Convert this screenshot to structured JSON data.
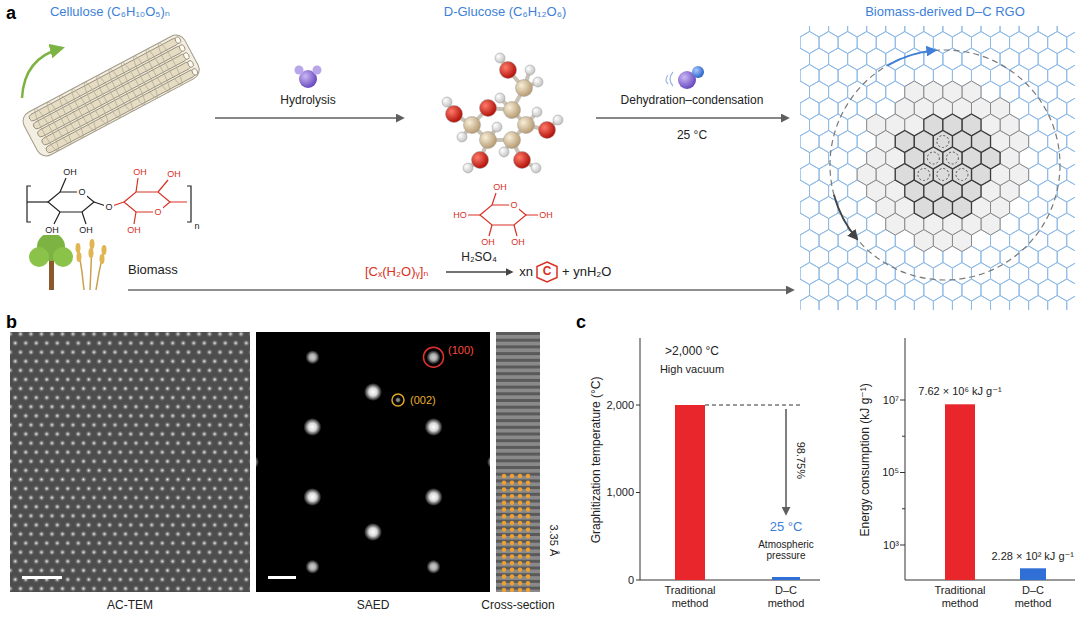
{
  "diagram": {
    "nodes": [
      {
        "text": [
          "C"
        ]
      }
    ],
    "labels": [
      "a",
      "Cellulose (C₆H₁₀O₅)ₙ",
      "D-Glucose (C₆H₁₂O₆)",
      "Biomass-derived D–C RGO",
      "Hydrolysis",
      "Dehydration–condensation",
      "25 °C",
      "OH",
      "O",
      "OH",
      "OH",
      "O",
      "OH",
      "OH",
      "O",
      "OH",
      "n",
      "OH",
      "O",
      "OH",
      "HO",
      "OH",
      "OH",
      "Biomass",
      "[Cₓ(H₂O)ᵧ]ₙ",
      "H₂SO₄",
      "xn",
      "+ ynH₂O",
      "b",
      "AC-TEM",
      "SAED",
      "Cross-section",
      "(100)",
      "(002)",
      "3.35 Å",
      "c",
      "Graphitization temperature (°C)",
      "2,000",
      "1,000",
      "0",
      ">2,000 °C",
      "High vacuum",
      "98.75%",
      "25 °C",
      "Atmospheric pressure",
      "Traditional method",
      "D–C method",
      "Energy consumption (kJ g⁻¹)",
      "10⁷",
      "10⁵",
      "10³",
      "7.62 × 10⁶ kJ g⁻¹",
      "2.28 × 10² kJ g⁻¹",
      "Traditional method",
      "D–C method"
    ]
  }
}
